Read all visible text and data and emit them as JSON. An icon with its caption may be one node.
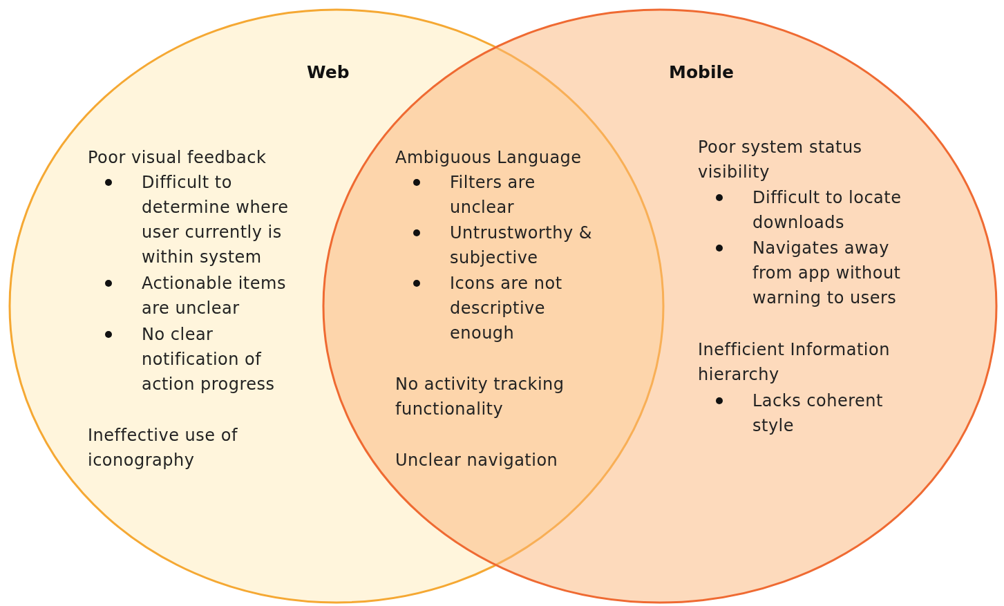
{
  "diagram": {
    "nodes": [
      {
        "text": [
          "Web"
        ]
      },
      {
        "text": [
          "Mobile"
        ]
      }
    ],
    "edges": [],
    "labels": [
      "Poor visual feedback",
      "Difficult to determine where user currently is within system",
      "Actionable items are unclear",
      "No clear notification of action progress",
      "Ineffective use of iconography",
      "Ambiguous Language",
      "Filters are unclear",
      "Untrustworthy & subjective",
      "Icons are not descriptive enough",
      "No activity tracking functionality",
      "Unclear navigation",
      "Poor system status visibility",
      "Difficult to locate downloads",
      "Navigates away from app without warning to users",
      "Inefficient Information hierarchy",
      "Lacks coherent style"
    ]
  }
}
